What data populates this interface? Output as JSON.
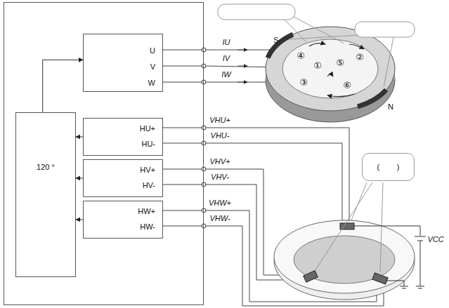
{
  "diagram": {
    "nodes": [
      {
        "text": []
      },
      {
        "text": [
          "U",
          "V",
          "W"
        ],
        "in": 0
      },
      {
        "text": [
          "HU+",
          "HU-"
        ],
        "in": 0
      },
      {
        "text": [
          "HV+",
          "HV-"
        ],
        "in": 0
      },
      {
        "text": [
          "HW+",
          "HW-"
        ],
        "in": 0
      },
      {
        "text": [
          "120 °"
        ],
        "in": 0
      },
      {
        "text": [
          "(        )"
        ]
      }
    ],
    "edges": [
      {
        "from": 5,
        "to": 1,
        "arrow": "to"
      },
      {
        "from": 2,
        "to": 5,
        "arrow": "to"
      },
      {
        "from": 3,
        "to": 5,
        "arrow": "to"
      },
      {
        "from": 4,
        "to": 5,
        "arrow": "to"
      }
    ],
    "labels": [
      "IU",
      "IV",
      "IW",
      "S",
      "④",
      "①",
      "⑤",
      "②",
      "③",
      "⑥",
      "N",
      "VHU+",
      "VHU-",
      "VHV+",
      "VHV-",
      "VHW+",
      "VHW-",
      "VCC"
    ]
  }
}
